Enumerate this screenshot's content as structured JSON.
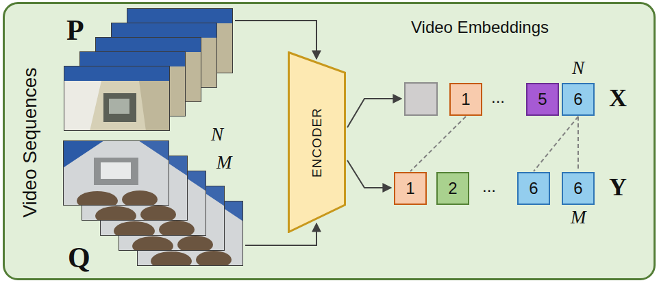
{
  "diagram": {
    "nodes": [
      {
        "text": [
          "ENCODER"
        ]
      },
      {
        "text": [
          "1"
        ]
      },
      {
        "text": [
          "5"
        ]
      },
      {
        "text": [
          "6"
        ]
      },
      {
        "text": [
          "1"
        ]
      },
      {
        "text": [
          "2"
        ]
      },
      {
        "text": [
          "6"
        ]
      },
      {
        "text": [
          "6"
        ]
      }
    ],
    "edges": [
      {
        "from": 1,
        "to": 4,
        "arrow": "none"
      },
      {
        "from": 3,
        "to": 6,
        "arrow": "none"
      },
      {
        "from": 3,
        "to": 7,
        "arrow": "none"
      }
    ],
    "labels": [
      "Video Sequences",
      "P",
      "N",
      "Q",
      "M",
      "Video Embeddings",
      "N",
      "X",
      "...",
      "Y",
      "...",
      "M"
    ]
  }
}
